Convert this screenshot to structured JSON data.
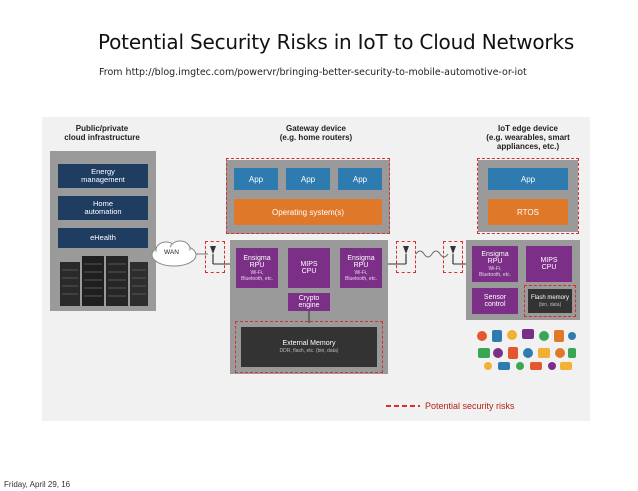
{
  "slide": {
    "title": "Potential Security Risks in IoT to Cloud Networks",
    "subtitle": "From http://blog.imgtec.com/powervr/bringing-better-security-to-mobile-automotive-or-iot",
    "footer": "Friday, April 29, 16"
  },
  "diagram": {
    "cloud": {
      "heading_1": "Public/private",
      "heading_2": "cloud infrastructure",
      "items": [
        "Energy management",
        "Home automation",
        "eHealth"
      ],
      "wan_label": "WAN"
    },
    "gateway": {
      "heading_1": "Gateway device",
      "heading_2": "(e.g. home routers)",
      "apps": [
        "App",
        "App",
        "App"
      ],
      "os": "Operating system(s)",
      "rpu_left": {
        "name_1": "Ensigma",
        "name_2": "RPU",
        "detail_1": "Wi-Fi,",
        "detail_2": "Bluetooth, etc."
      },
      "cpu": {
        "name_1": "MIPS",
        "name_2": "CPU"
      },
      "rpu_right": {
        "name_1": "Ensigma",
        "name_2": "RPU",
        "detail_1": "Wi-Fi,",
        "detail_2": "Bluetooth, etc."
      },
      "crypto": {
        "name_1": "Crypto",
        "name_2": "engine"
      },
      "memory": {
        "name": "External Memory",
        "detail": "DDR, flash, etc. (bin, data)"
      }
    },
    "edge": {
      "heading_1": "IoT edge device",
      "heading_2": "(e.g. wearables, smart",
      "heading_3": "appliances, etc.)",
      "app": "App",
      "rtos": "RTOS",
      "rpu": {
        "name_1": "Ensigma",
        "name_2": "RPU",
        "detail_1": "Wi-Fi,",
        "detail_2": "Bluetooth, etc."
      },
      "cpu": {
        "name_1": "MIPS",
        "name_2": "CPU"
      },
      "sensor": {
        "name_1": "Sensor",
        "name_2": "control"
      },
      "flash": {
        "name_1": "Flash memory",
        "name_2": "(bin, data)"
      }
    },
    "legend": "Potential security risks",
    "colors": {
      "navy": "#1f3d61",
      "blue": "#2e7bb0",
      "orange": "#e0782a",
      "purple": "#7b2f86",
      "risk_red": "#d9302b"
    }
  }
}
